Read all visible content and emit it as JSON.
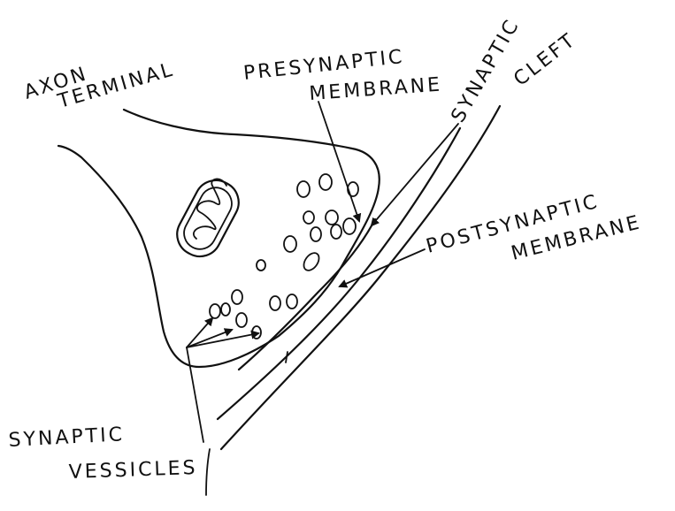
{
  "labels": {
    "axon_terminal_line1": "AXON",
    "axon_terminal_line2": "TERMINAL",
    "presynaptic_line1": "PRESYNAPTIC",
    "presynaptic_line2": "MEMBRANE",
    "synaptic_cleft_line1": "SYNAPTIC",
    "synaptic_cleft_line2": "CLEFT",
    "postsynaptic_line1": "POSTSYNAPTIC",
    "postsynaptic_line2": "MEMBRANE",
    "vesicles_line1": "SYNAPTIC",
    "vesicles_line2": "VESSICLES"
  },
  "colors": {
    "ink": "#111111",
    "paper": "#ffffff"
  }
}
